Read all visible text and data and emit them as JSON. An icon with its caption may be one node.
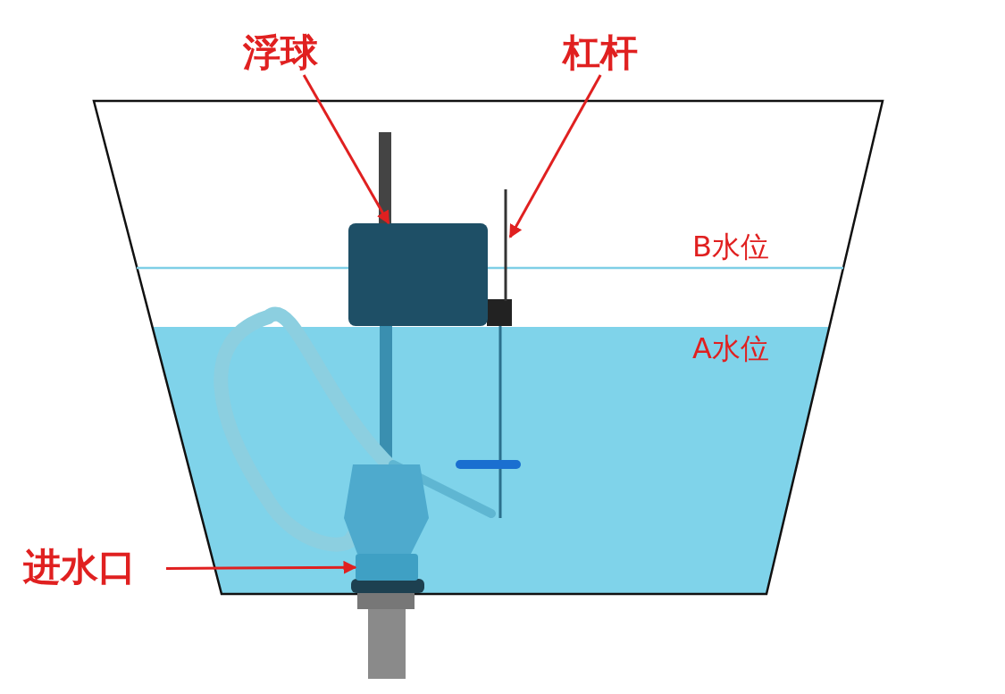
{
  "diagram": {
    "nodes": [
      {
        "text": [
          "浮球"
        ]
      },
      {
        "text": [],
        "shape": "cylinder"
      },
      {
        "text": [
          "杠杆"
        ]
      },
      {
        "text": [],
        "shape": "bar"
      },
      {
        "text": [
          "进水口"
        ]
      },
      {
        "text": [],
        "shape": "box"
      }
    ],
    "edges": [
      {
        "from": 0,
        "to": 1,
        "arrow": "to"
      },
      {
        "from": 2,
        "to": 3,
        "arrow": "to"
      },
      {
        "from": 4,
        "to": 5,
        "arrow": "to"
      }
    ],
    "labels": [
      "B水位",
      "A水位"
    ]
  }
}
